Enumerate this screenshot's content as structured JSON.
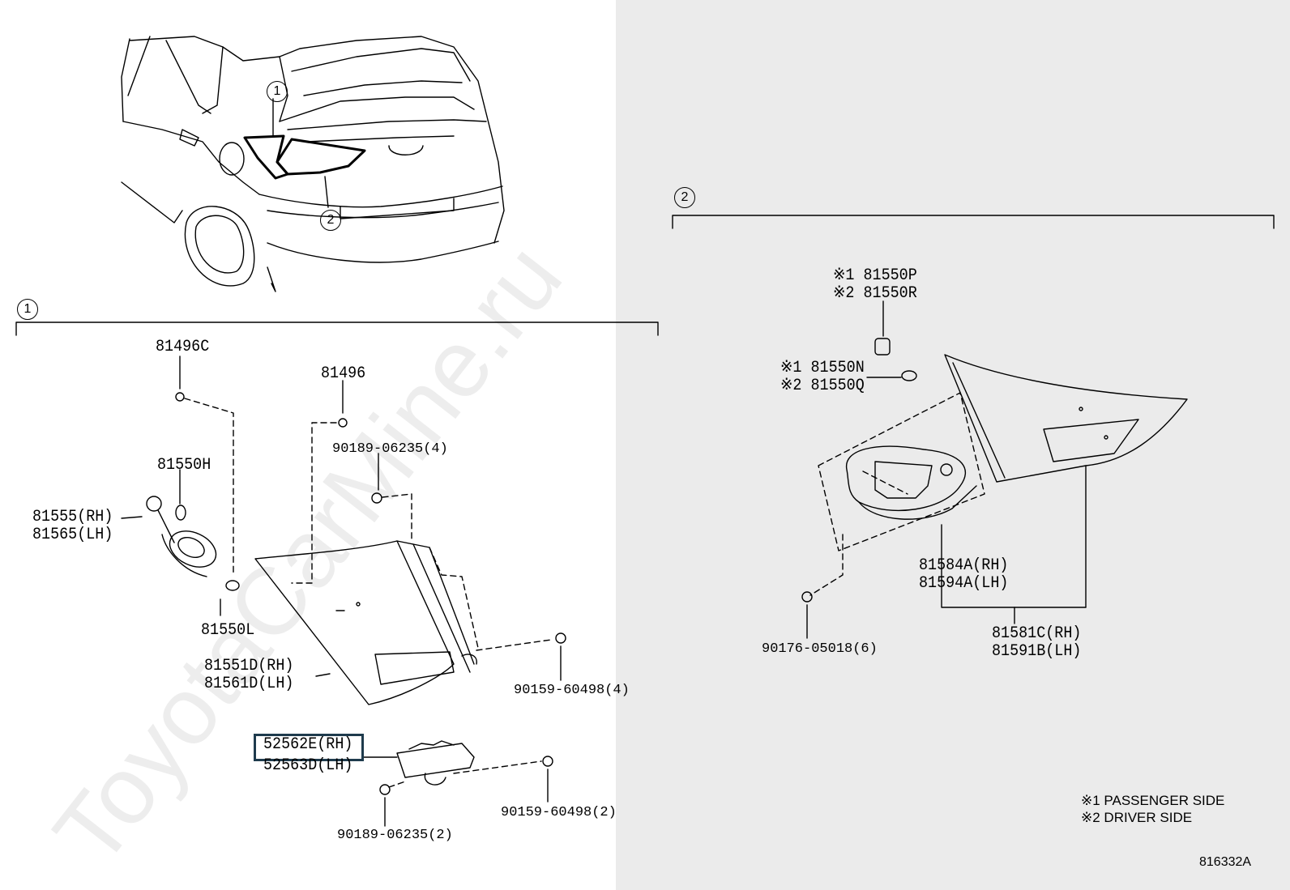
{
  "watermark": "ToyotaCarMine.ru",
  "diagram_code": "816332A",
  "callouts": {
    "one": "1",
    "two": "2"
  },
  "section1": {
    "parts": {
      "p81496c": "81496C",
      "p81496": "81496",
      "p90189_4": "90189-06235(4)",
      "p81550h": "81550H",
      "p81555": "81555(RH)",
      "p81565": "81565(LH)",
      "p81550l": "81550L",
      "p81551d": "81551D(RH)",
      "p81561d": "81561D(LH)",
      "p90159_4": "90159-60498(4)",
      "p52562e": "52562E(RH)",
      "p52563d": "52563D(LH)",
      "p90159_2": "90159-60498(2)",
      "p90189_2": "90189-06235(2)"
    }
  },
  "section2": {
    "parts": {
      "p81550p": "※1 81550P",
      "p81550r": "※2 81550R",
      "p81550n": "※1 81550N",
      "p81550q": "※2 81550Q",
      "p81584a": "81584A(RH)",
      "p81594a": "81594A(LH)",
      "p81581c": "81581C(RH)",
      "p81591b": "81591B(LH)",
      "p90176": "90176-05018(6)"
    }
  },
  "legend": {
    "note1": "※1 PASSENGER SIDE",
    "note2": "※2 DRIVER SIDE"
  },
  "colors": {
    "line": "#000000",
    "right_panel_bg": "#ebebeb",
    "highlight_box": "#1f3b4d"
  }
}
